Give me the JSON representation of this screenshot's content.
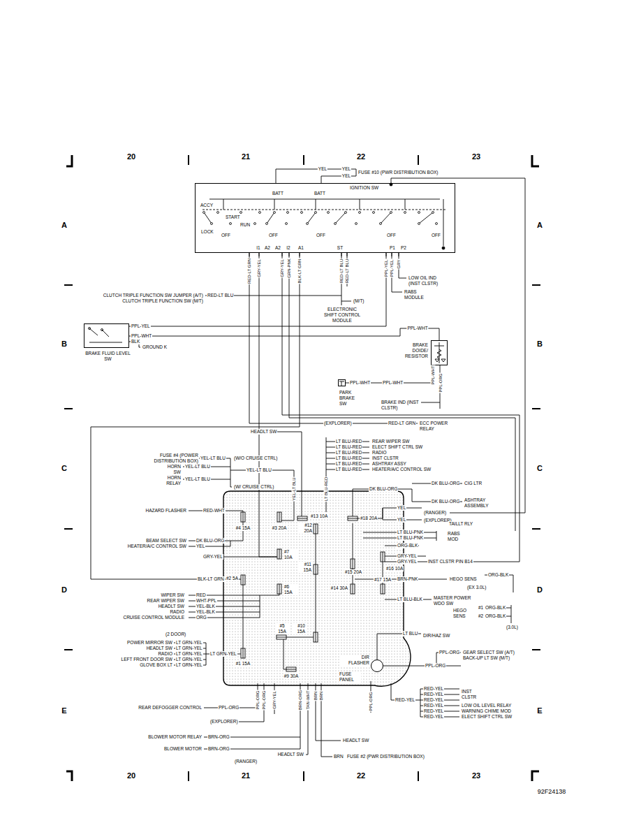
{
  "diagram": {
    "nodes": [
      {
        "text": [
          "IGNITION SW"
        ]
      },
      {
        "text": [
          "BRAKE FLUID LEVEL SW"
        ]
      },
      {
        "text": [
          "BRAKE DOIDE/ RESISTOR"
        ]
      },
      {
        "text": [
          "PARK BRAKE SW"
        ]
      },
      {
        "text": [
          "FUSE PANEL"
        ]
      },
      {
        "text": [
          "DIR FLASHER"
        ],
        "in": 4
      }
    ],
    "edges": [
      {
        "from": 1,
        "to": 0,
        "arrow": "none",
        "label": "PPL-YEL"
      },
      {
        "from": 1,
        "to": 2,
        "arrow": "none",
        "label": "PPL-WHT"
      },
      {
        "from": 3,
        "to": 2,
        "arrow": "none",
        "label": "PPL-WHT"
      }
    ],
    "labels": [
      "20",
      "21",
      "22",
      "23",
      "A",
      "B",
      "C",
      "D",
      "E",
      "A",
      "B",
      "C",
      "D",
      "E",
      "20",
      "21",
      "22",
      "23",
      "92F24138",
      "YEL",
      "YEL",
      "YEL",
      "FUSE #10 (PWR DISTRIBUTION BOX)",
      "BATT",
      "BATT",
      "ACCY",
      "START",
      "RUN",
      "LOCK",
      "OFF",
      "OFF",
      "OFF",
      "OFF",
      "OFF",
      "I1",
      "A2",
      "A2",
      "I2",
      "A1",
      "ST",
      "P1",
      "P2",
      "RED-LT GRN",
      "GRY-YEL",
      "GRY-YEL",
      "GRN-PNK",
      "BLK-LT GRN",
      "RED-LT BLU",
      "RED-LT BLU",
      "PPL-YEL",
      "PPL-YEL",
      "GRY",
      "LOW OIL IND (INST CLSTR)",
      "CLUTCH TRIPLE FUNCTION SW JUMPER (A/T)",
      "CLUTCH TRIPLE FUNCTION SW (M/T)",
      "RED-LT BLU",
      "(M/T)",
      "ELECTRONIC SHIFT CONTROL MODULE",
      "RABS MODULE",
      "PPL-WHT",
      "BLK",
      "GROUND K",
      "PPL-WHT",
      "PPL-WHT",
      "PPL-ORG",
      "BRAKE IND (INST CLSTR)",
      "(EXPLORER)",
      "RED-LT GRN",
      "ECC POWER RELAY",
      "HEADLT SW",
      "LT BLU-RED",
      "LT BLU-RED",
      "LT BLU-RED",
      "LT BLU-RED",
      "LT BLU-RED",
      "LT BLU-RED",
      "REAR WIPER SW",
      "ELECT SHIFT CTRL SW",
      "RADIO",
      "INST CLSTR",
      "ASHTRAY ASSY",
      "HEATER/A/C CONTROL SW",
      "FUSE #4 (POWER DISTRIBUTION BOX)",
      "YEL-LT BLU",
      "HORN SW",
      "YEL-LT BLU",
      "(W/O CRUISE CTRL)",
      "HORN RELAY",
      "YEL-LT BLU",
      "(W/ CRUISE CTRL)",
      "YEL-LT BLU",
      "YEL-LT BLU",
      "LT BLU-RED",
      "DK BLU-ORG",
      "DK BLU-ORG",
      "CIG LTR",
      "DK BLU-ORG",
      "ASHTRAY ASSEMBLY",
      "YEL",
      "(RANGER)",
      "YEL",
      "(EXPLORER)",
      "TAILLT RLY",
      "HAZARD FLASHER",
      "RED-WHT",
      "#4 15A",
      "#3 20A",
      "#12 20A",
      "#13 10A",
      "#18 20A",
      "#7 10A",
      "#11 15A",
      "#15 20A",
      "#16 10A",
      "#2 5A",
      "#6 15A",
      "#14 30A",
      "#17 15A",
      "#1 15A",
      "#5 15A",
      "#10 15A",
      "#9 30A",
      "BEAM SELECT SW",
      "DK BLU-ORG",
      "HEATER/A/C CONTROL SW",
      "YEL",
      "GRY-YEL",
      "LT BLU-PNK",
      "LT BLU-PNK",
      "RABS MOD",
      "ORG-BLK",
      "GRY-YEL",
      "GRY-YEL",
      "INST CLSTR PIN B14",
      "BLK-LT GRN",
      "BRN-PNK",
      "HEGO SENS",
      "ORG-BLK",
      "(EX 3.0L)",
      "WIPER SW",
      "RED",
      "REAR WIPER SW",
      "WHT-PPL",
      "HEADLT SW",
      "YEL-BLK",
      "RADIO",
      "YEL-BLK",
      "CRUISE CONTROL MODULE",
      "ORG",
      "LT BLU-BLK",
      "MASTER POWER WDO SW",
      "HEGO SENS",
      "#1",
      "#2",
      "ORG-BLK",
      "ORG-BLK",
      "(3.0L)",
      "(2 DOOR)",
      "POWER MIRROR SW",
      "LT GRN-YEL",
      "HEADLT SW",
      "LT GRN-YEL",
      "RADIO",
      "LT GRN-YEL",
      "LEFT FRONT DOOR SW",
      "LT GRN-YEL",
      "GLOVE BOX LT",
      "LT GRN-YEL",
      "LT GRN-YEL",
      "LT BLU",
      "DIR/HAZ SW",
      "PPL-ORG",
      "GEAR SELECT SW (A/T) BACK-UP LT SW (M/T)",
      "PPL-ORG",
      "PPL-ORG",
      "PPL-ORG",
      "GRY-YEL",
      "BRN-ORG",
      "TAN-WHT",
      "BRN",
      "BRN",
      "PPL-ORG",
      "REAR DEFOGGER CONTROL",
      "PPL-ORG",
      "(EXPLORER)",
      "BLOWER MOTOR RELAY",
      "BRN-ORG",
      "BLOWER MOTOR",
      "BRN-ORG",
      "(RANGER)",
      "HEADLT SW",
      "HEADLT SW",
      "BRN",
      "FUSE #2 (PWR DISTRIBUTION BOX)",
      "RED-YEL",
      "RED-YEL",
      "RED-YEL",
      "RED-YEL",
      "RED-YEL",
      "RED-YEL",
      "RED-YEL",
      "INST CLSTR",
      "LOW OIL LEVEL RELAY",
      "WARNING CHIME MOD",
      "ELECT SHIFT CTRL SW"
    ]
  }
}
